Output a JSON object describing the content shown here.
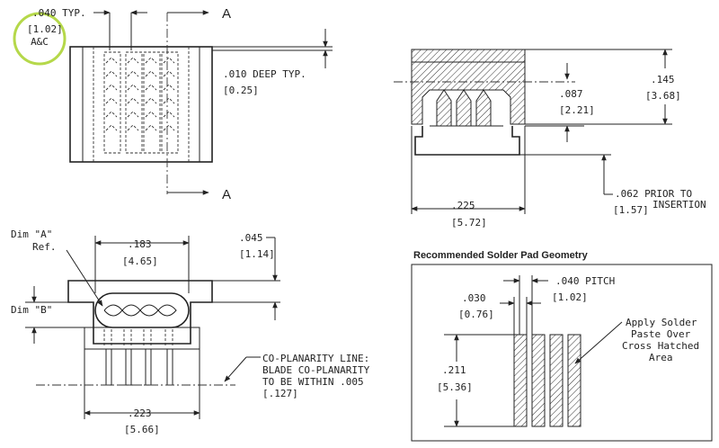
{
  "logo": {
    "text": "A&C",
    "ring_color": "#b5d84a",
    "text_color": "#8cbf26"
  },
  "top_left_view": {
    "pitch_dim": ".040  TYP.",
    "pitch_dim_mm": "[1.02]",
    "section_label_top": "A",
    "section_label_bottom": "A",
    "depth_dim": ".010  DEEP TYP.",
    "depth_dim_mm": "[0.25]"
  },
  "section_view": {
    "inner_height": ".087",
    "inner_height_mm": "[2.21]",
    "total_height": ".145",
    "total_height_mm": "[3.68]",
    "width": ".225",
    "width_mm": "[5.72]",
    "prior_dim": ".062  PRIOR TO",
    "prior_dim_mm": "[1.57]",
    "prior_note": "INSERTION"
  },
  "end_view": {
    "dim_a_label": "Dim \"A\"",
    "dim_a_ref": "Ref.",
    "dim_b_label": "Dim \"B\"",
    "slot_width": ".183",
    "slot_width_mm": "[4.65]",
    "step_height": ".045",
    "step_height_mm": "[1.14]",
    "overall_width": ".223",
    "overall_width_mm": "[5.66]",
    "coplanarity_note": [
      "CO-PLANARITY LINE:",
      "BLADE CO-PLANARITY",
      "TO BE WITHIN .005",
      "[.127]"
    ]
  },
  "solder_pad": {
    "title": "Recommended Solder Pad Geometry",
    "pitch": ".040  PITCH",
    "pitch_mm": "[1.02]",
    "pad_width": ".030",
    "pad_width_mm": "[0.76]",
    "pad_length": ".211",
    "pad_length_mm": "[5.36]",
    "note": [
      "Apply Solder",
      "Paste Over",
      "Cross Hatched",
      "Area"
    ]
  }
}
